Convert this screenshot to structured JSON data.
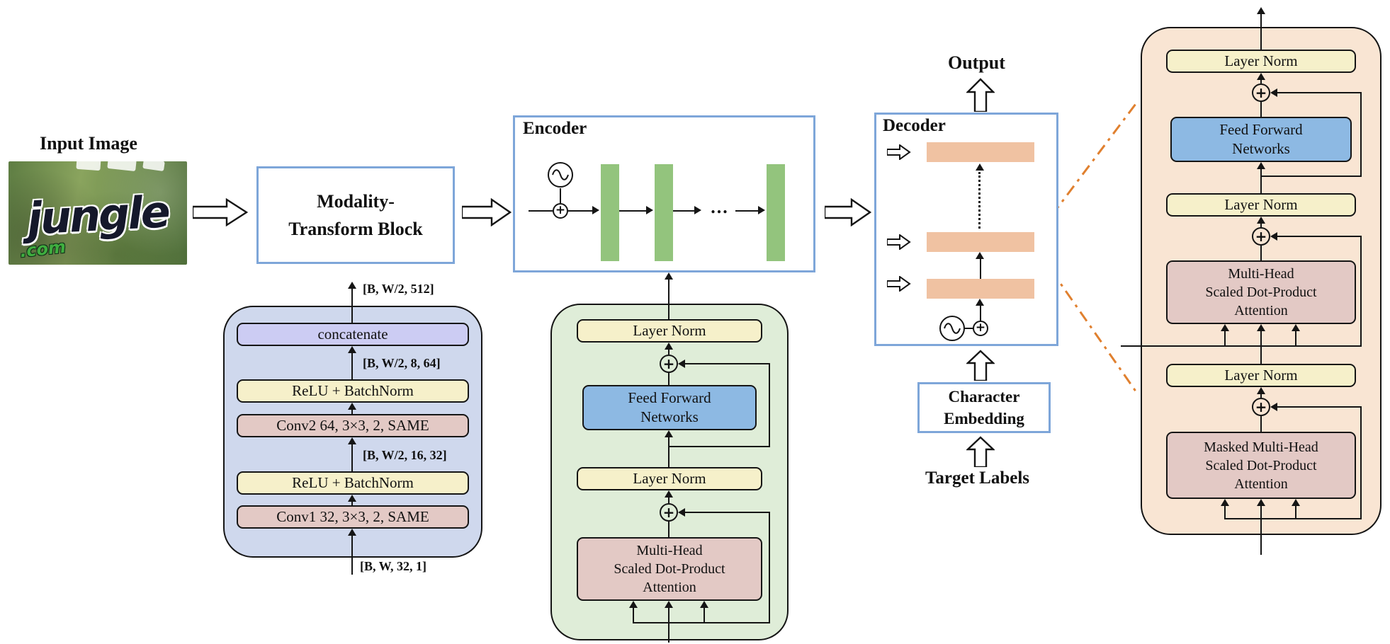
{
  "title_labels": {
    "input_image": "Input Image",
    "encoder": "Encoder",
    "decoder": "Decoder",
    "output": "Output",
    "target_labels": "Target Labels"
  },
  "photo": {
    "word": "jungle",
    "domain": ".com"
  },
  "main_blocks": {
    "modality_line1": "Modality-",
    "modality_line2": "Transform Block",
    "char_embed_line1": "Character",
    "char_embed_line2": "Embedding"
  },
  "blocks": {
    "layer_norm": "Layer Norm",
    "concatenate": "concatenate",
    "relu_batchnorm": "ReLU + BatchNorm",
    "conv2": "Conv2 64, 3×3, 2, SAME",
    "conv1": "Conv1 32, 3×3, 2, SAME",
    "ffn_line1": "Feed Forward",
    "ffn_line2": "Networks",
    "mha_line1": "Multi-Head",
    "mha_line2": "Scaled Dot-Product",
    "mha_line3": "Attention",
    "masked_mha_line1": "Masked Multi-Head"
  },
  "shapes": {
    "out": "[B, W/2, 512]",
    "mid_upper": "[B, W/2, 8, 64]",
    "mid_lower": "[B, W/2, 16, 32]",
    "in": "[B, W, 32, 1]"
  },
  "misc": {
    "hdots": "..."
  },
  "colors": {
    "box_border_blue": "#7EA6D9",
    "green_bar": "#93C47D",
    "peach_bar": "#F0C2A2",
    "detail_blue_fill": "#CFD8ED",
    "detail_green_fill": "#DFEDD8",
    "detail_peach_fill": "#F9E5D3",
    "yellow_block": "#F6F0CA",
    "mauve_block": "#E3C9C5",
    "purple_block": "#CCCCF3",
    "ffn_blue_block": "#8DB9E3",
    "zoom_line_orange": "#E0802F"
  }
}
